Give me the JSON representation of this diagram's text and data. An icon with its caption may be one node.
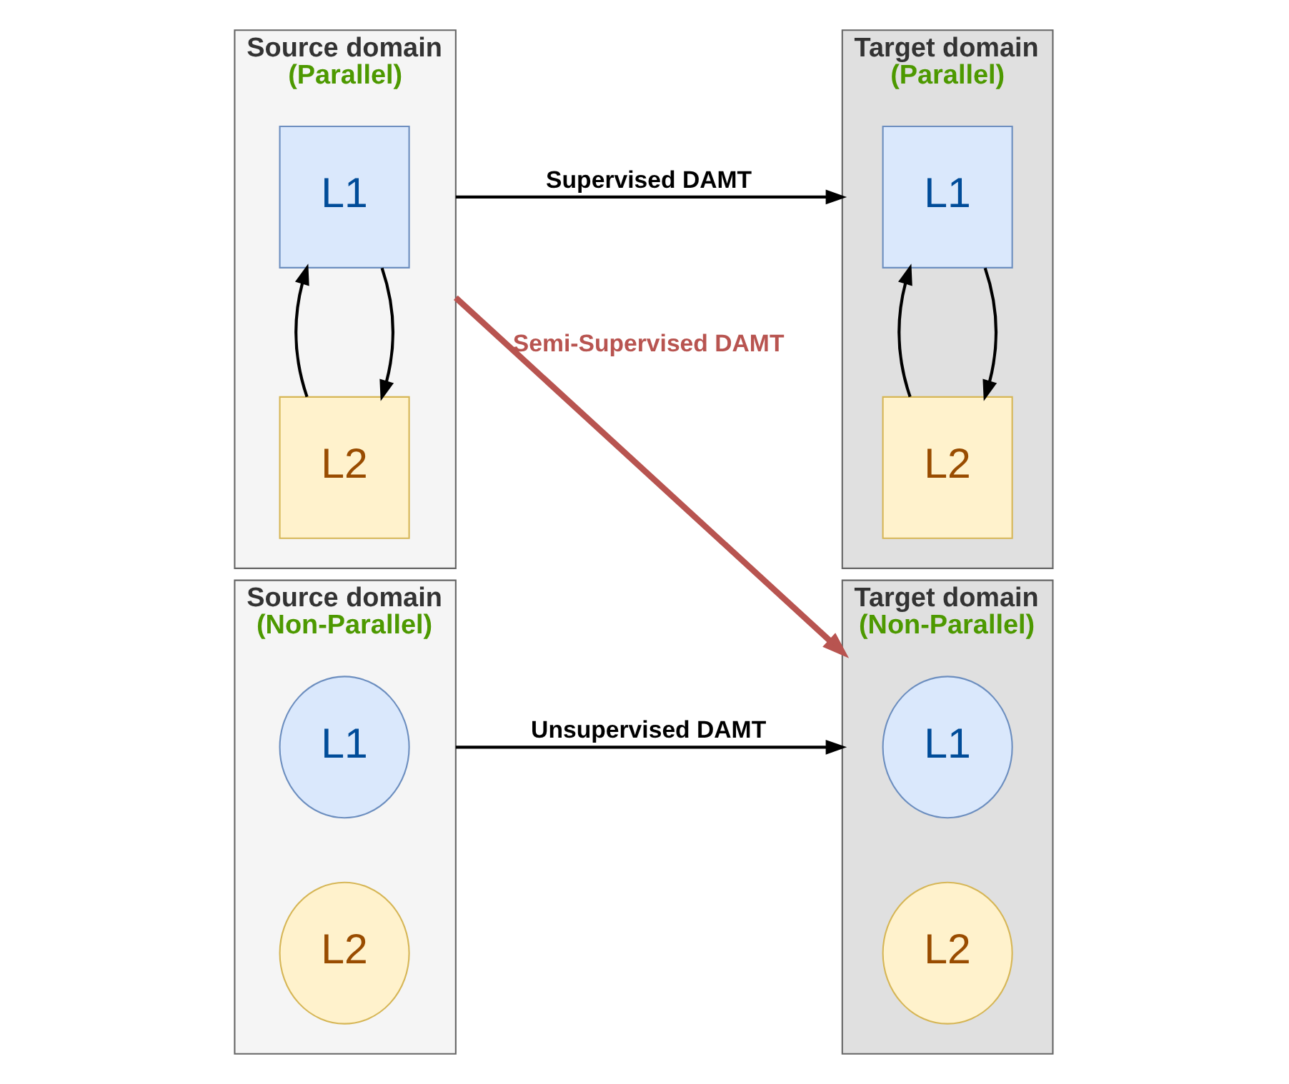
{
  "diagram": {
    "nodes": [
      {
        "text": [
          "Source domain",
          "(Parallel)"
        ]
      },
      {
        "text": [
          "L1"
        ],
        "in": 0
      },
      {
        "text": [
          "L2"
        ],
        "in": 0
      },
      {
        "text": [
          "Target domain",
          "(Parallel)"
        ]
      },
      {
        "text": [
          "L1"
        ],
        "in": 3
      },
      {
        "text": [
          "L2"
        ],
        "in": 3
      },
      {
        "text": [
          "Source domain",
          "(Non-Parallel)"
        ]
      },
      {
        "text": [
          "L1"
        ],
        "in": 6
      },
      {
        "text": [
          "L2"
        ],
        "in": 6
      },
      {
        "text": [
          "Target domain",
          "(Non-Parallel)"
        ]
      },
      {
        "text": [
          "L1"
        ],
        "in": 9
      },
      {
        "text": [
          "L2"
        ],
        "in": 9
      }
    ],
    "edges": [
      {
        "from": 1,
        "to": 2,
        "arrow": "to"
      },
      {
        "from": 2,
        "to": 1,
        "arrow": "to"
      },
      {
        "from": 0,
        "to": 3,
        "arrow": "to",
        "label": "Supervised DAMT"
      },
      {
        "from": 4,
        "to": 5,
        "arrow": "to"
      },
      {
        "from": 5,
        "to": 4,
        "arrow": "to"
      },
      {
        "from": 0,
        "to": 9,
        "arrow": "to",
        "label": "Semi-Supervised DAMT",
        "style": "thick",
        "color": "#b85450"
      },
      {
        "from": 6,
        "to": 9,
        "arrow": "to",
        "label": "Unsupervised DAMT"
      }
    ]
  }
}
